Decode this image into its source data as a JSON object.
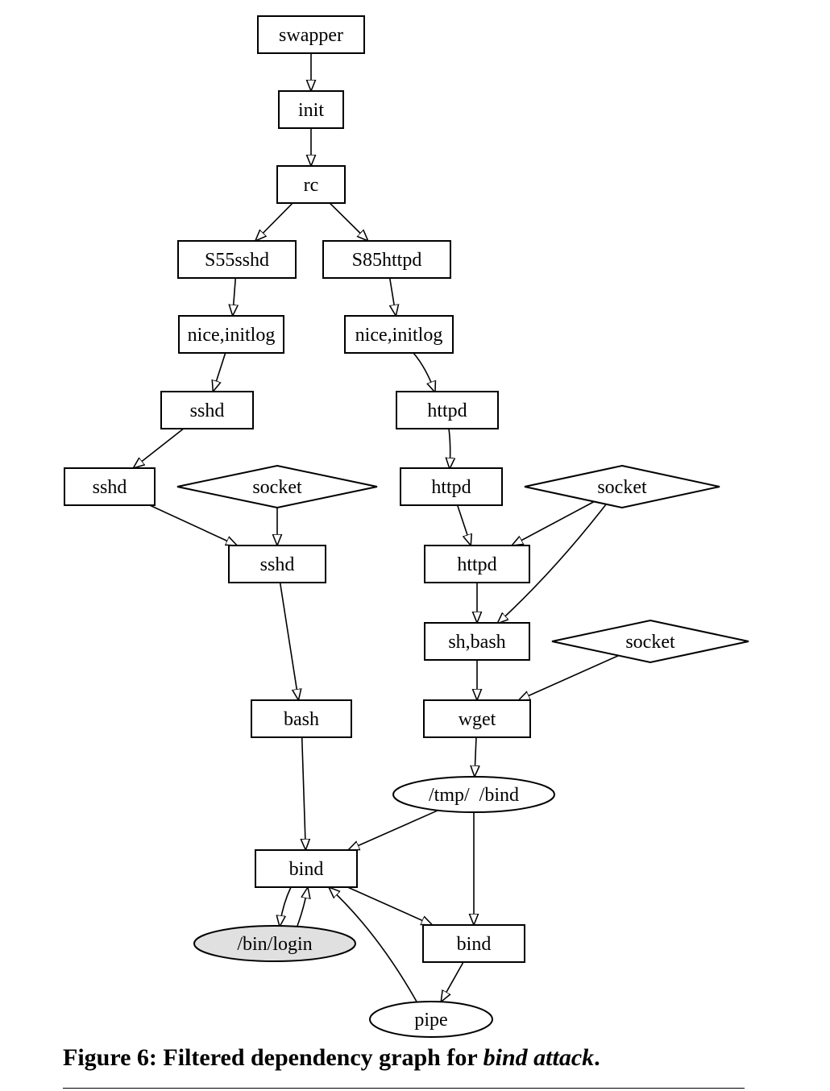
{
  "caption": {
    "prefix": "Figure 6: Filtered dependency graph for ",
    "emphasis": "bind attack",
    "suffix": "."
  },
  "nodes": [
    {
      "id": "swapper",
      "label": "swapper",
      "shape": "box"
    },
    {
      "id": "init",
      "label": "init",
      "shape": "box"
    },
    {
      "id": "rc",
      "label": "rc",
      "shape": "box"
    },
    {
      "id": "s55sshd",
      "label": "S55sshd",
      "shape": "box"
    },
    {
      "id": "s85httpd",
      "label": "S85httpd",
      "shape": "box"
    },
    {
      "id": "nice-initlog-1",
      "label": "nice,initlog",
      "shape": "box"
    },
    {
      "id": "nice-initlog-2",
      "label": "nice,initlog",
      "shape": "box"
    },
    {
      "id": "sshd-1",
      "label": "sshd",
      "shape": "box"
    },
    {
      "id": "httpd-1",
      "label": "httpd",
      "shape": "box"
    },
    {
      "id": "sshd-2",
      "label": "sshd",
      "shape": "box"
    },
    {
      "id": "socket-1",
      "label": "socket",
      "shape": "diamond"
    },
    {
      "id": "httpd-2",
      "label": "httpd",
      "shape": "box"
    },
    {
      "id": "socket-2",
      "label": "socket",
      "shape": "diamond"
    },
    {
      "id": "sshd-3",
      "label": "sshd",
      "shape": "box"
    },
    {
      "id": "httpd-3",
      "label": "httpd",
      "shape": "box"
    },
    {
      "id": "sh-bash",
      "label": "sh,bash",
      "shape": "box"
    },
    {
      "id": "socket-3",
      "label": "socket",
      "shape": "diamond"
    },
    {
      "id": "bash",
      "label": "bash",
      "shape": "box"
    },
    {
      "id": "wget",
      "label": "wget",
      "shape": "box"
    },
    {
      "id": "tmp-bind",
      "label": "/tmp/  /bind",
      "shape": "ellipse"
    },
    {
      "id": "bind-1",
      "label": "bind",
      "shape": "box"
    },
    {
      "id": "bin-login",
      "label": "/bin/login",
      "shape": "ellipse",
      "fill": "#e0e0e0"
    },
    {
      "id": "bind-2",
      "label": "bind",
      "shape": "box"
    },
    {
      "id": "pipe",
      "label": "pipe",
      "shape": "ellipse"
    }
  ],
  "edges": [
    {
      "from": "swapper",
      "to": "init"
    },
    {
      "from": "init",
      "to": "rc"
    },
    {
      "from": "rc",
      "to": "s55sshd"
    },
    {
      "from": "rc",
      "to": "s85httpd"
    },
    {
      "from": "s55sshd",
      "to": "nice-initlog-1"
    },
    {
      "from": "s85httpd",
      "to": "nice-initlog-2"
    },
    {
      "from": "nice-initlog-1",
      "to": "sshd-1"
    },
    {
      "from": "nice-initlog-2",
      "to": "httpd-1"
    },
    {
      "from": "sshd-1",
      "to": "sshd-2"
    },
    {
      "from": "httpd-1",
      "to": "httpd-2"
    },
    {
      "from": "sshd-2",
      "to": "sshd-3"
    },
    {
      "from": "socket-1",
      "to": "sshd-3"
    },
    {
      "from": "httpd-2",
      "to": "httpd-3"
    },
    {
      "from": "socket-2",
      "to": "httpd-3"
    },
    {
      "from": "socket-2",
      "to": "sh-bash"
    },
    {
      "from": "httpd-3",
      "to": "sh-bash"
    },
    {
      "from": "sshd-3",
      "to": "bash"
    },
    {
      "from": "sh-bash",
      "to": "wget"
    },
    {
      "from": "socket-3",
      "to": "wget"
    },
    {
      "from": "wget",
      "to": "tmp-bind"
    },
    {
      "from": "bash",
      "to": "bind-1"
    },
    {
      "from": "tmp-bind",
      "to": "bind-1"
    },
    {
      "from": "tmp-bind",
      "to": "bind-2"
    },
    {
      "from": "bind-1",
      "to": "bin-login"
    },
    {
      "from": "bin-login",
      "to": "bind-1"
    },
    {
      "from": "bind-1",
      "to": "bind-2"
    },
    {
      "from": "bind-2",
      "to": "pipe"
    },
    {
      "from": "pipe",
      "to": "bind-1"
    }
  ]
}
